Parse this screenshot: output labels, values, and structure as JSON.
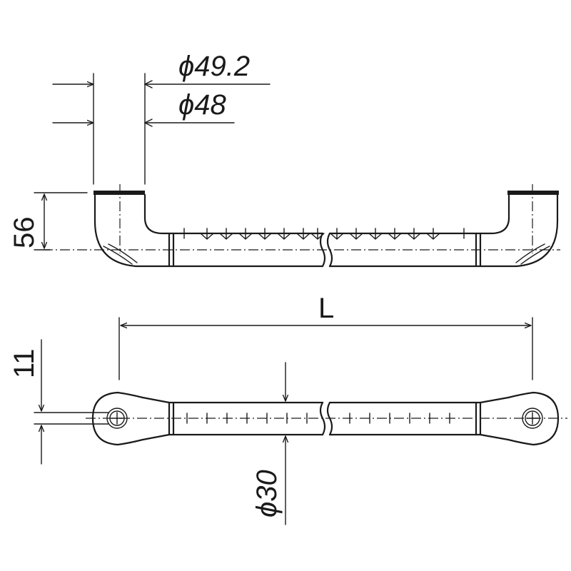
{
  "dimensions": {
    "outer_diameter": "ϕ49.2",
    "inner_diameter": "ϕ48",
    "height": "56",
    "length": "L",
    "hole_offset": "11",
    "bar_diameter": "ϕ30"
  },
  "colors": {
    "line": "#1a1a1a",
    "background": "#ffffff"
  }
}
